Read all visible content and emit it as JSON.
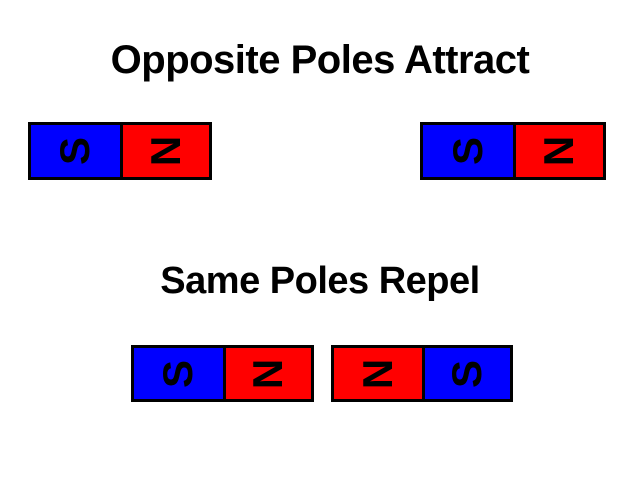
{
  "page": {
    "title": "Magnet Poles Diagram",
    "background_color": "#ffffff"
  },
  "colors": {
    "south_pole": "#0000ff",
    "north_pole": "#ff0000",
    "border": "#000000",
    "text": "#000000"
  },
  "sections": [
    {
      "id": "attract",
      "heading": "Opposite Poles Attract",
      "magnets": [
        {
          "id": "attract-left",
          "poles": [
            {
              "label": "S",
              "name": "south",
              "color": "#0000ff"
            },
            {
              "label": "N",
              "name": "north",
              "color": "#ff0000"
            }
          ]
        },
        {
          "id": "attract-right",
          "poles": [
            {
              "label": "S",
              "name": "south",
              "color": "#0000ff"
            },
            {
              "label": "N",
              "name": "north",
              "color": "#ff0000"
            }
          ]
        }
      ]
    },
    {
      "id": "repel",
      "heading": "Same Poles Repel",
      "magnets": [
        {
          "id": "repel-left",
          "poles": [
            {
              "label": "S",
              "name": "south",
              "color": "#0000ff"
            },
            {
              "label": "N",
              "name": "north",
              "color": "#ff0000"
            }
          ]
        },
        {
          "id": "repel-right",
          "poles": [
            {
              "label": "N",
              "name": "north",
              "color": "#ff0000"
            },
            {
              "label": "S",
              "name": "south",
              "color": "#0000ff"
            }
          ]
        }
      ]
    }
  ],
  "headings": {
    "attract": "Opposite Poles Attract",
    "repel": "Same Poles Repel"
  },
  "labels": {
    "attract_left_first": "S",
    "attract_left_second": "N",
    "attract_right_first": "S",
    "attract_right_second": "N",
    "repel_left_first": "S",
    "repel_left_second": "N",
    "repel_right_first": "N",
    "repel_right_second": "S"
  }
}
